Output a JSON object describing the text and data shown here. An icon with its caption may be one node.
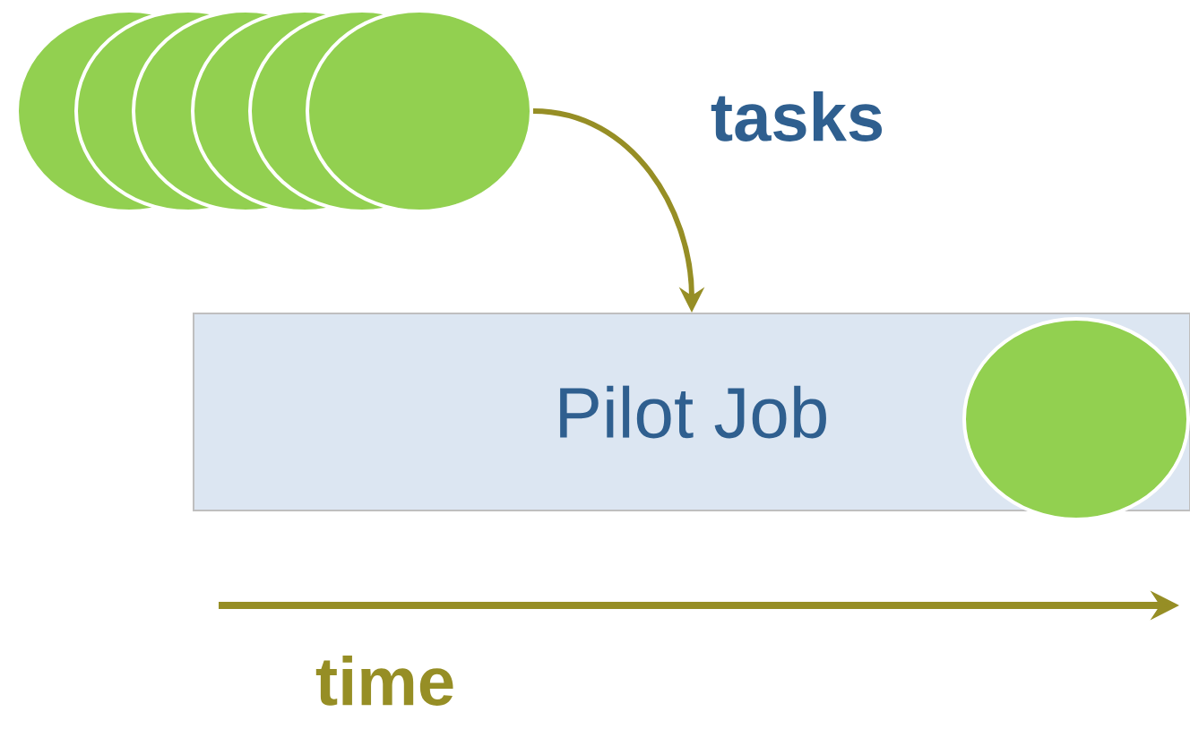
{
  "diagram": {
    "nodes": [
      {
        "text": [],
        "shape": "circle"
      },
      {
        "text": [],
        "shape": "circle"
      },
      {
        "text": [],
        "shape": "circle"
      },
      {
        "text": [],
        "shape": "circle"
      },
      {
        "text": [],
        "shape": "circle"
      },
      {
        "text": [],
        "shape": "circle"
      },
      {
        "text": [
          "Pilot Job"
        ]
      },
      {
        "text": [],
        "shape": "circle",
        "in": 6
      }
    ],
    "edges": [
      {
        "from": 5,
        "to": 6,
        "arrow": "to"
      }
    ],
    "labels": [
      "tasks",
      "time"
    ]
  }
}
